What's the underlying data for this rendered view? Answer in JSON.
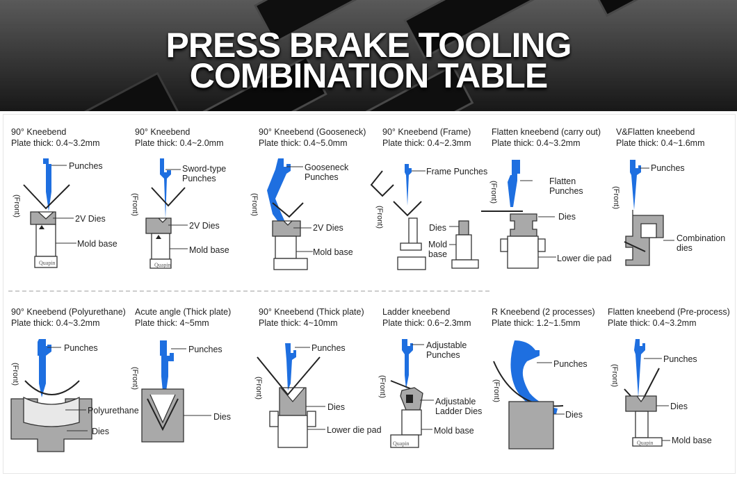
{
  "header": {
    "line1": "PRESS BRAKE TOOLING",
    "line2": "COMBINATION TABLE"
  },
  "front_label": "(Front)",
  "brand": "Quapin",
  "rows": [
    [
      {
        "title": "90° Kneebend",
        "thick": "Plate thick: 0.4~3.2mm",
        "labels": [
          "Punches",
          "2V Dies",
          "Mold base"
        ]
      },
      {
        "title": "90° Kneebend",
        "thick": "Plate thick: 0.4~2.0mm",
        "labels": [
          "Sword-type\nPunches",
          "2V Dies",
          "Mold base"
        ]
      },
      {
        "title": "90° Kneebend (Gooseneck)",
        "thick": "Plate thick: 0.4~5.0mm",
        "labels": [
          "Gooseneck\nPunches",
          "2V Dies",
          "Mold base"
        ]
      },
      {
        "title": "90° Kneebend (Frame)",
        "thick": "Plate thick: 0.4~2.3mm",
        "labels": [
          "Frame Punches",
          "Dies",
          "Mold\nbase"
        ]
      },
      {
        "title": "Flatten kneebend (carry out)",
        "thick": "Plate thick: 0.4~3.2mm",
        "labels": [
          "Flatten\nPunches",
          "Dies",
          "Lower die pad"
        ]
      },
      {
        "title": "V&Flatten kneebend",
        "thick": "Plate thick: 0.4~1.6mm",
        "labels": [
          "Punches",
          "Combination\ndies"
        ]
      }
    ],
    [
      {
        "title": "90° Kneebend (Polyurethane)",
        "thick": "Plate thick: 0.4~3.2mm",
        "labels": [
          "Punches",
          "Polyurethane",
          "Dies"
        ]
      },
      {
        "title": "Acute angle (Thick plate)",
        "thick": "Plate thick: 4~5mm",
        "labels": [
          "Punches",
          "Dies"
        ]
      },
      {
        "title": "90° Kneebend (Thick plate)",
        "thick": "Plate thick: 4~10mm",
        "labels": [
          "Punches",
          "Dies",
          "Lower die pad"
        ]
      },
      {
        "title": "Ladder kneebend",
        "thick": "Plate thick: 0.6~2.3mm",
        "labels": [
          "Adjustable\nPunches",
          "Adjustable\nLadder Dies",
          "Mold base"
        ]
      },
      {
        "title": "R Kneebend (2 processes)",
        "thick": "Plate thick: 1.2~1.5mm",
        "labels": [
          "Punches",
          "Dies"
        ]
      },
      {
        "title": "Flatten kneebend (Pre-process)",
        "thick": "Plate thick: 0.4~3.2mm",
        "labels": [
          "Punches",
          "Dies",
          "Mold base"
        ]
      }
    ]
  ],
  "colors": {
    "punch": "#1e6fe0",
    "die": "#a9a9a9",
    "outline": "#333333",
    "banner": "#2b2b2b"
  }
}
